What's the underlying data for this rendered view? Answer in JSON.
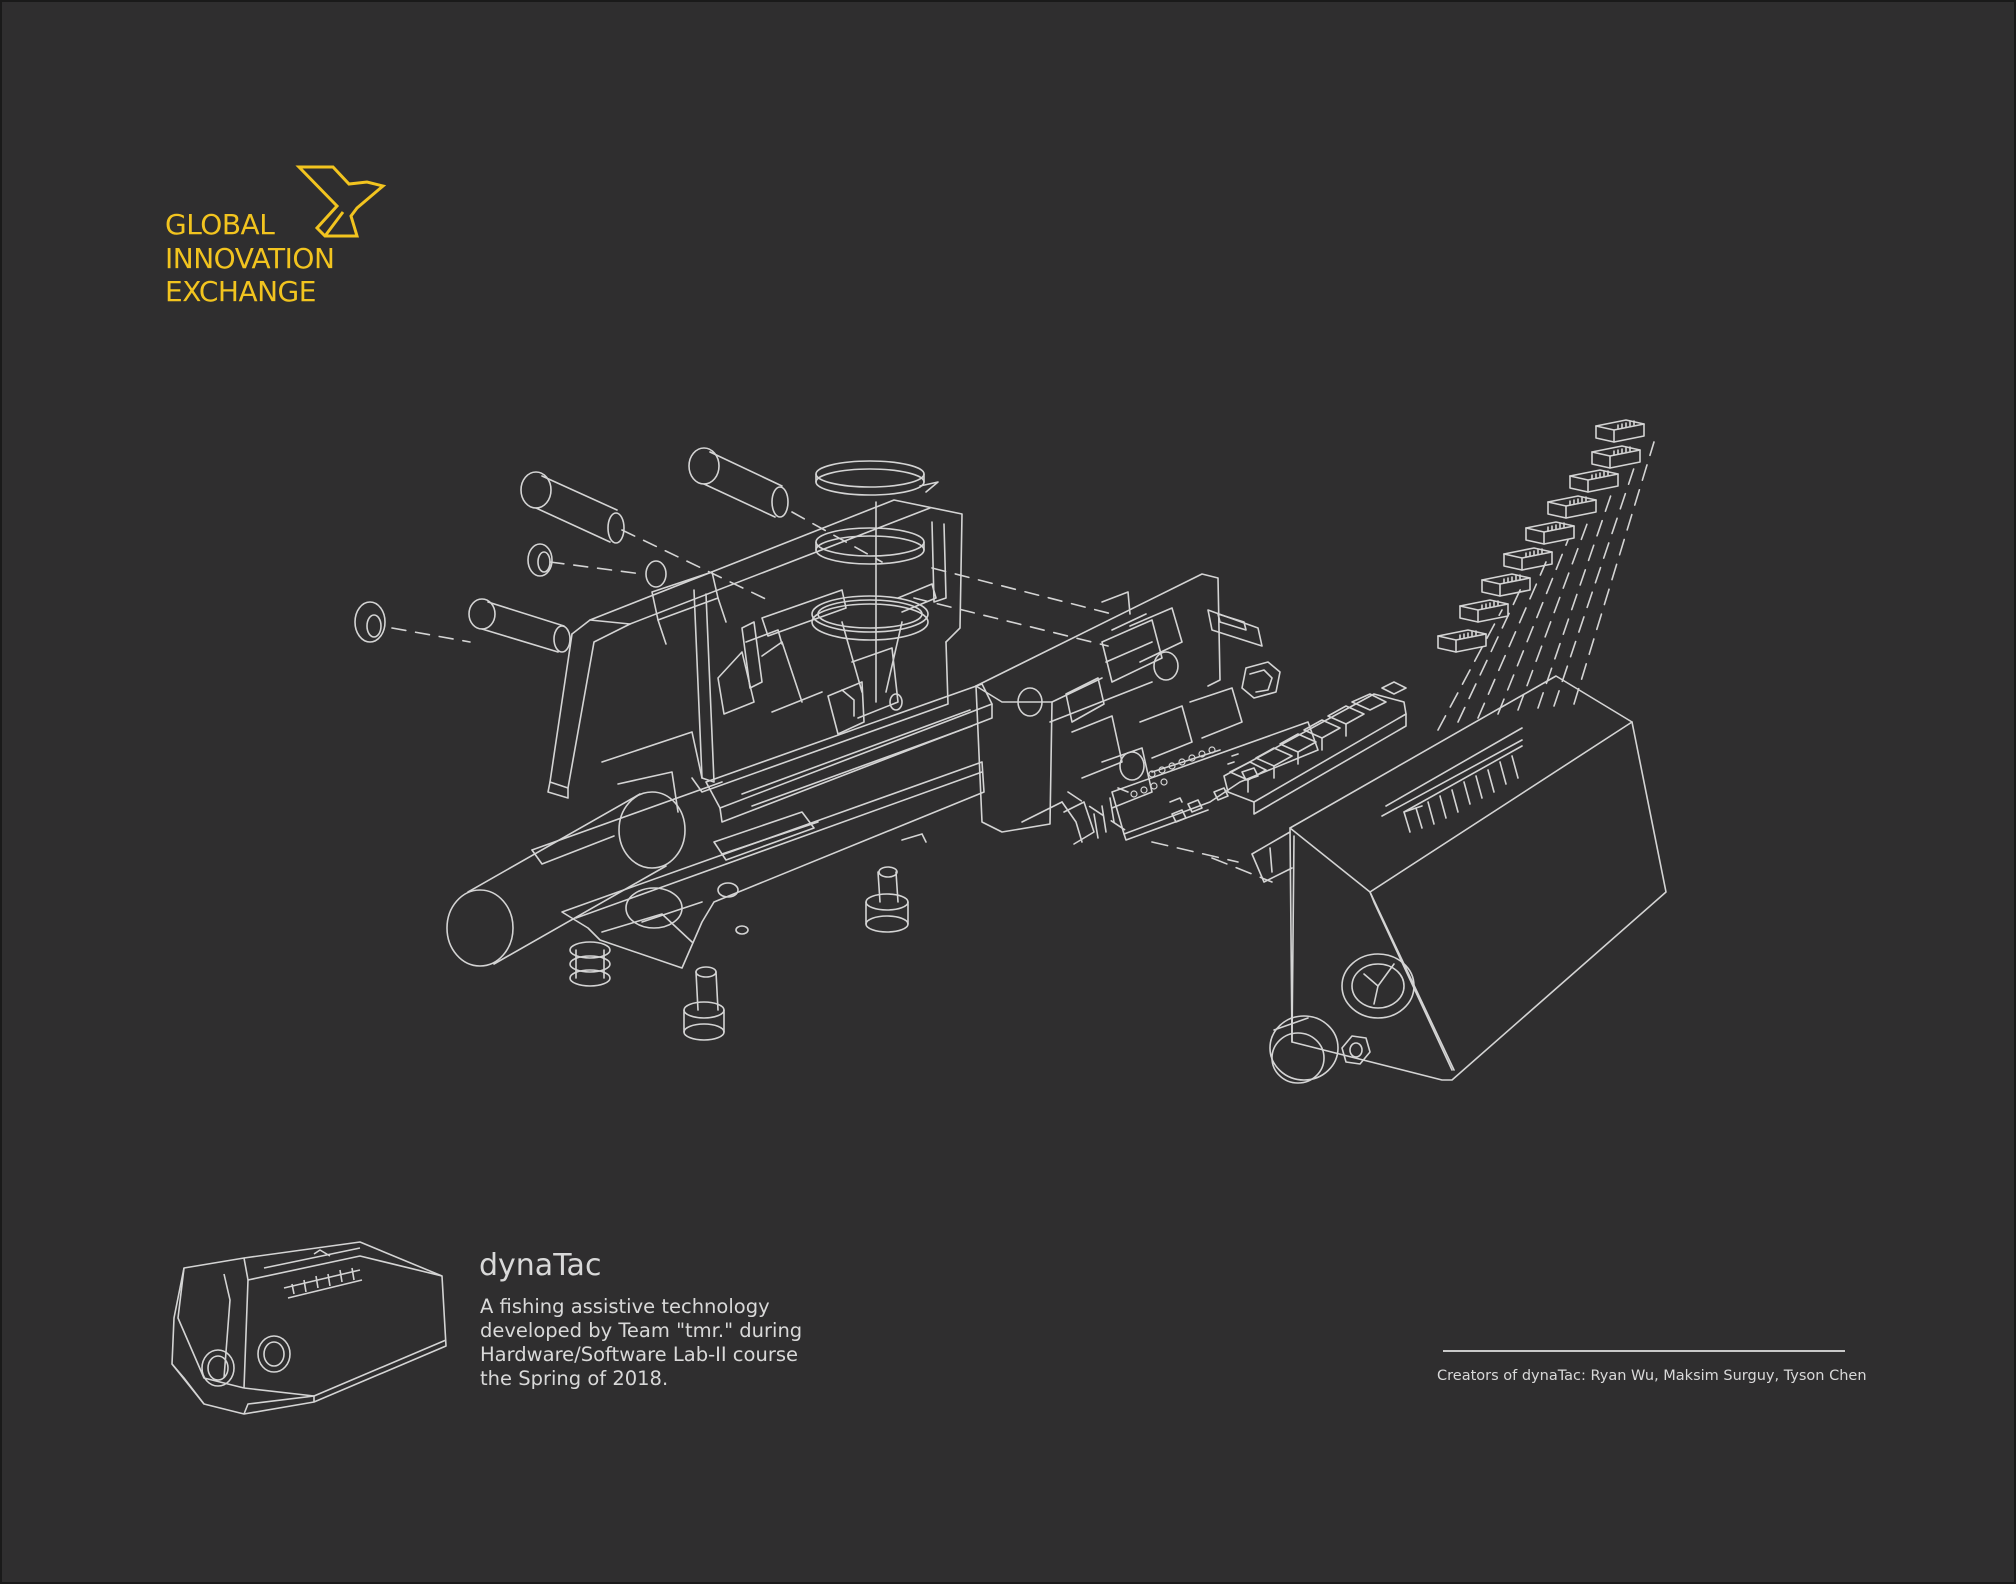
{
  "logo": {
    "line1": "GLOBAL",
    "line2": "INNOVATION",
    "line3": "EXCHANGE",
    "mark_icon": "x-chevron-logo-icon",
    "color": "#f2c41f"
  },
  "product": {
    "title": "dynaTac",
    "description_lines": [
      "A fishing assistive technology",
      "developed by Team \"tmr.\" during",
      "Hardware/Software Lab-II course",
      "the Spring of 2018."
    ]
  },
  "credits": {
    "text": "Creators of dynaTac: Ryan Wu, Maksim Surguy, Tyson Chen"
  },
  "colors": {
    "background": "#2f2e2f",
    "line_art": "#d4d4d4",
    "text": "#d9d9d9",
    "accent": "#f2c41f"
  }
}
